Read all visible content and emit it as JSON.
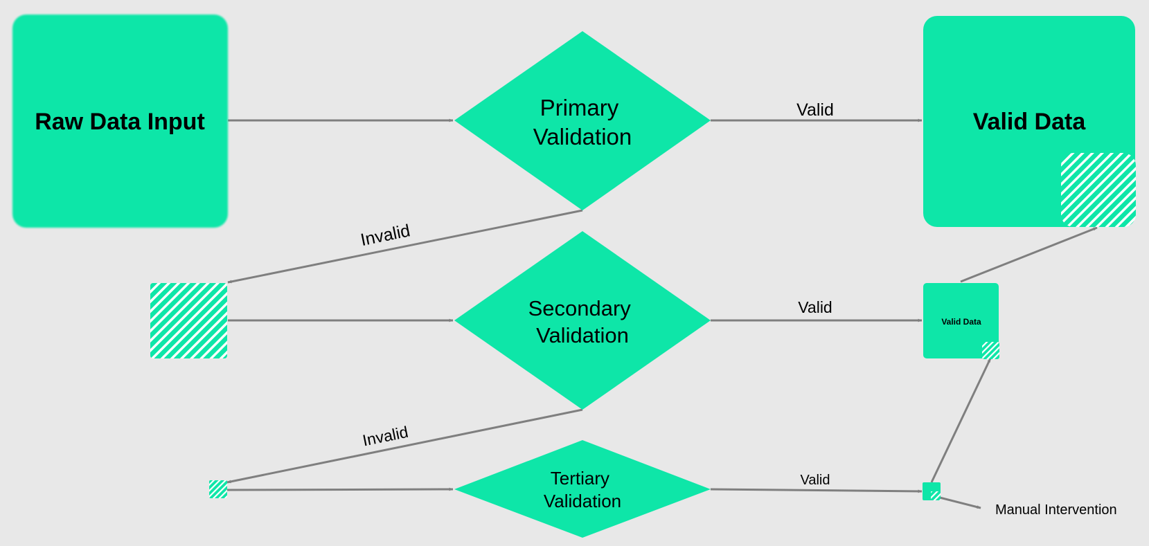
{
  "colors": {
    "background": "#e8e8e8",
    "node_fill": "#0ee6a8",
    "edge": "#7f7f7f",
    "hatch_stripe": "#ffffff"
  },
  "nodes": {
    "raw_data_input": "Raw Data Input",
    "primary_validation": [
      "Primary",
      "Validation"
    ],
    "secondary_validation": [
      "Secondary",
      "Validation"
    ],
    "tertiary_validation": [
      "Tertiary",
      "Validation"
    ],
    "valid_data_large": "Valid Data",
    "valid_data_small": "Valid Data",
    "manual_intervention": "Manual Intervention"
  },
  "edges": {
    "primary_valid": "Valid",
    "primary_invalid": "Invalid",
    "secondary_valid": "Valid",
    "secondary_invalid": "Invalid",
    "tertiary_valid": "Valid"
  }
}
